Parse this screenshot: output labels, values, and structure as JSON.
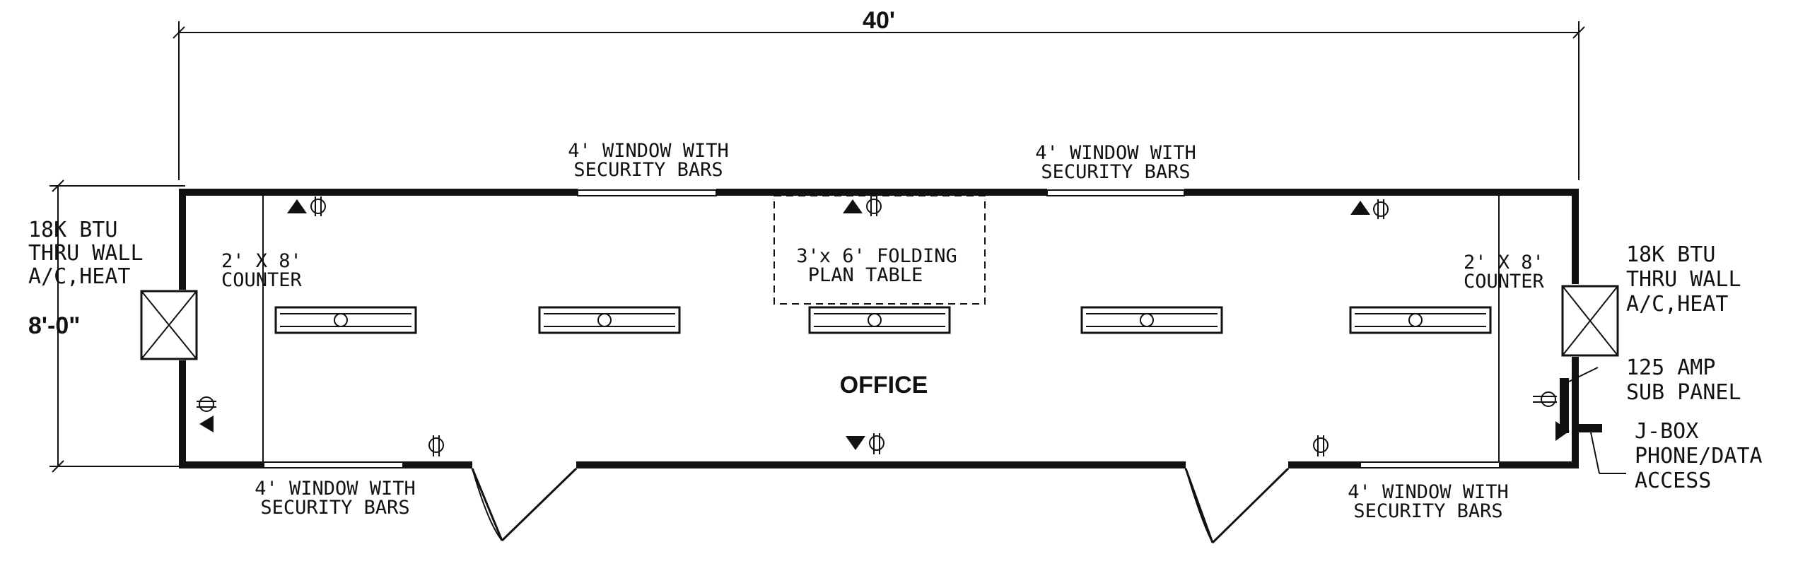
{
  "dimensions": {
    "width": "40'",
    "height": "8'-0\""
  },
  "room_label": "OFFICE",
  "hvac_left": {
    "line1": "18K BTU",
    "line2": "THRU WALL",
    "line3": "A/C,HEAT"
  },
  "hvac_right": {
    "line1": "18K BTU",
    "line2": "THRU WALL",
    "line3": "A/C,HEAT"
  },
  "counter_left": {
    "line1": "2' X 8'",
    "line2": "COUNTER"
  },
  "counter_right": {
    "line1": "2' X 8'",
    "line2": "COUNTER"
  },
  "plan_table": {
    "line1": "3'x 6' FOLDING",
    "line2": "PLAN TABLE"
  },
  "windows": {
    "top_left": {
      "line1": "4' WINDOW WITH",
      "line2": "SECURITY BARS"
    },
    "top_right": {
      "line1": "4' WINDOW WITH",
      "line2": "SECURITY BARS"
    },
    "bottom_left": {
      "line1": "4' WINDOW WITH",
      "line2": "SECURITY BARS"
    },
    "bottom_right": {
      "line1": "4' WINDOW WITH",
      "line2": "SECURITY BARS"
    }
  },
  "sub_panel": {
    "line1": "125 AMP",
    "line2": "SUB PANEL"
  },
  "jbox": {
    "line1": "J-BOX",
    "line2": "PHONE/DATA",
    "line3": "ACCESS"
  },
  "light_fixture_count": 5,
  "symbols": [
    "duplex-outlet-icon",
    "phone-data-jack-icon",
    "light-fixture-icon",
    "ac-unit-icon",
    "door-swing-icon"
  ]
}
